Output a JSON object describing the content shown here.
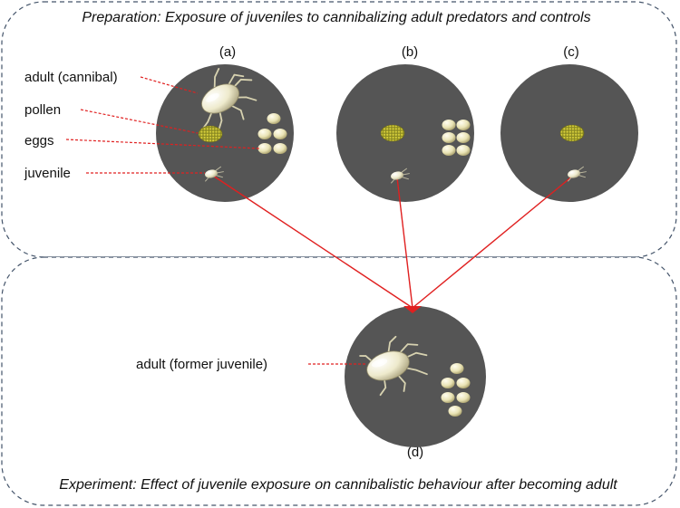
{
  "panels": {
    "preparation": {
      "caption": "Preparation: Exposure of juveniles to cannibalizing adult predators and controls"
    },
    "experiment": {
      "caption": "Experiment: Effect of juvenile exposure on cannibalistic behaviour after becoming adult"
    }
  },
  "arenas": {
    "a": {
      "label": "(a)",
      "contains": [
        "adult (cannibal)",
        "pollen",
        "eggs",
        "juvenile"
      ]
    },
    "b": {
      "label": "(b)",
      "contains": [
        "pollen",
        "eggs",
        "juvenile"
      ]
    },
    "c": {
      "label": "(c)",
      "contains": [
        "pollen",
        "juvenile"
      ]
    },
    "d": {
      "label": "(d)",
      "contains": [
        "adult (former juvenile)",
        "eggs"
      ]
    }
  },
  "labels": {
    "adult_cannibal": "adult (cannibal)",
    "pollen": "pollen",
    "eggs": "eggs",
    "juvenile": "juvenile",
    "adult_former": "adult (former juvenile)"
  },
  "colors": {
    "arena": "#555555",
    "panel_border": "#44546a",
    "egg": "#e9e3b4",
    "pollen": "#c8c030",
    "mite": "#eeeacc",
    "leader_line": "#e02020",
    "flow_arrow": "#e02020"
  },
  "icons": [
    "mite-icon",
    "egg-icon",
    "pollen-icon",
    "juvenile-mite-icon",
    "arrowhead-icon"
  ]
}
